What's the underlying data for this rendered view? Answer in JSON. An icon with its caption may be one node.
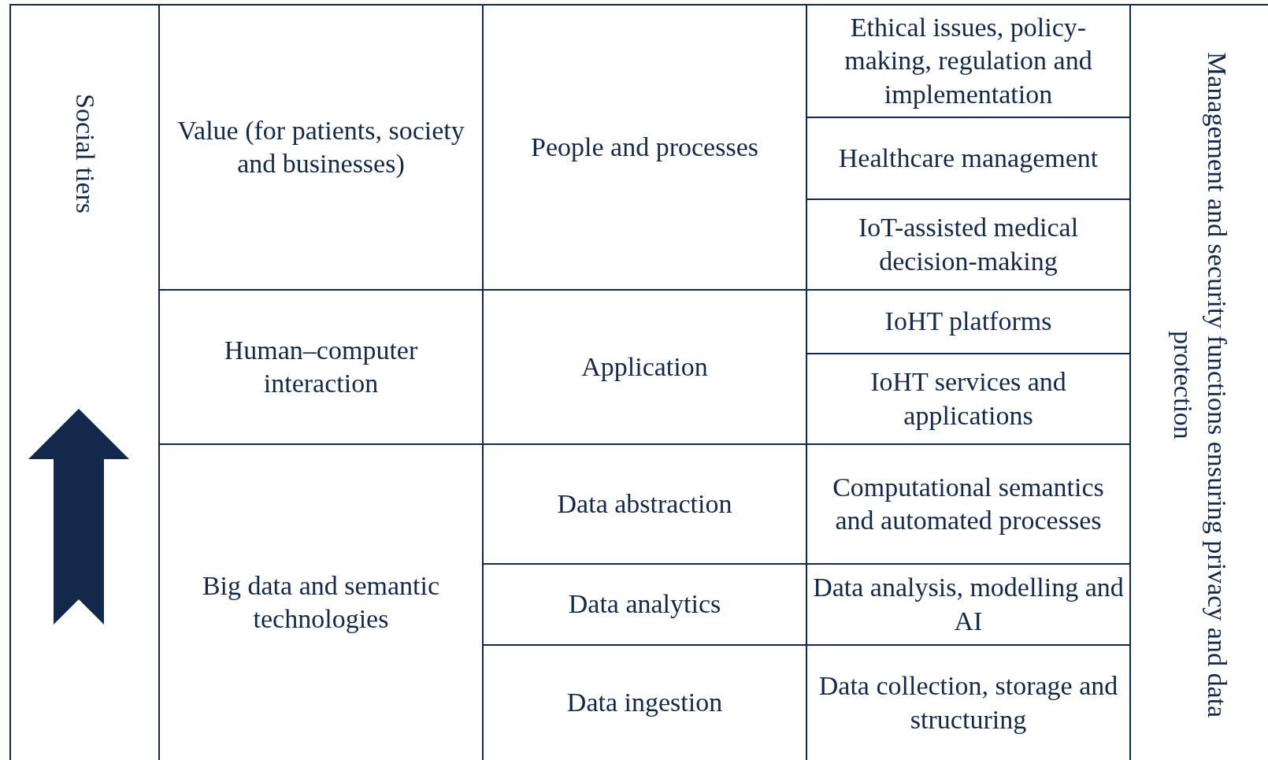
{
  "diagram": {
    "nodes": [
      {
        "text": [
          "Social tiers"
        ]
      },
      {
        "text": [
          "Value (for patients, society and businesses)"
        ]
      },
      {
        "text": [
          "People and processes"
        ]
      },
      {
        "text": [
          "Ethical issues, policy-making, regulation and implementation"
        ]
      },
      {
        "text": [
          "Healthcare management"
        ]
      },
      {
        "text": [
          "IoT-assisted medical decision-making"
        ]
      },
      {
        "text": [
          "Management and security functions ensuring privacy and data protection"
        ]
      },
      {
        "text": [
          "Human–computer interaction"
        ]
      },
      {
        "text": [
          "Application"
        ]
      },
      {
        "text": [
          "IoHT platforms"
        ]
      },
      {
        "text": [
          "IoHT services and applications"
        ]
      },
      {
        "text": [
          "Big data and semantic technologies"
        ]
      },
      {
        "text": [
          "Data abstraction"
        ]
      },
      {
        "text": [
          "Computational semantics and automated processes"
        ]
      },
      {
        "text": [
          "Data analytics"
        ]
      },
      {
        "text": [
          "Data analysis, modelling and AI"
        ]
      },
      {
        "text": [
          "Data ingestion"
        ]
      },
      {
        "text": [
          "Data collection, storage and structuring"
        ]
      }
    ],
    "edges": []
  }
}
